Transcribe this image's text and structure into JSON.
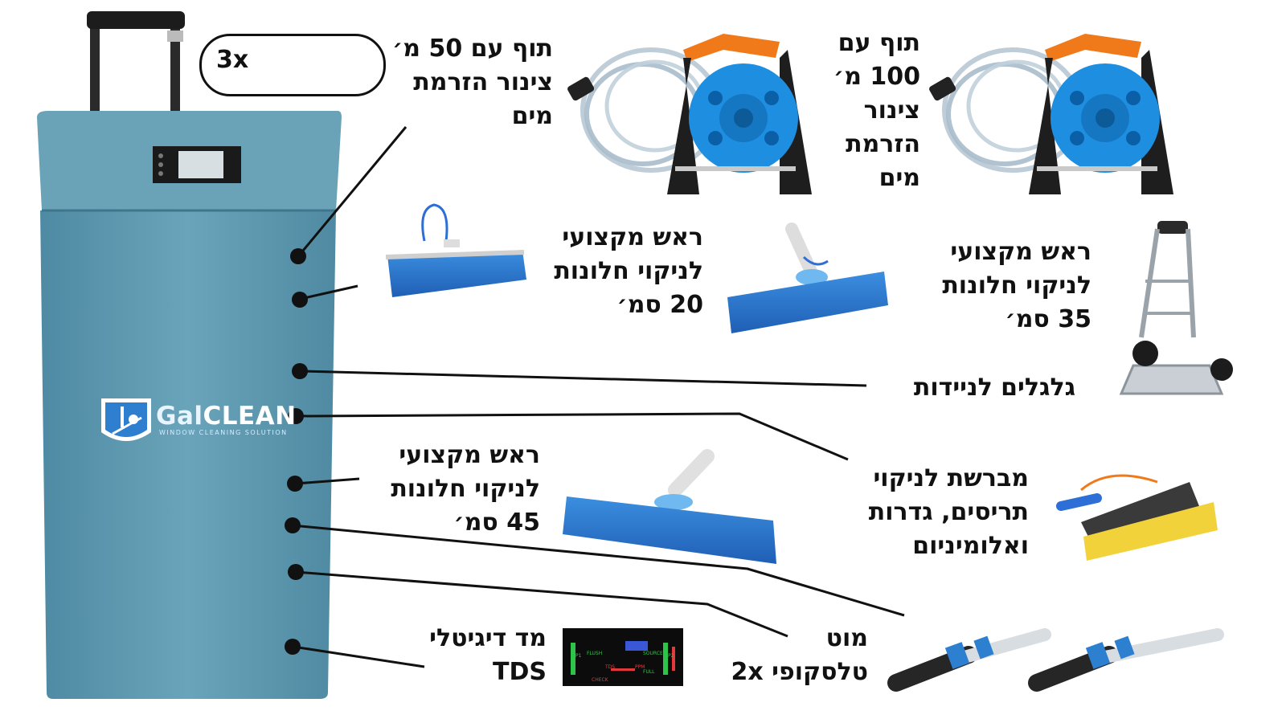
{
  "badge": {
    "count": "3x"
  },
  "brand": {
    "name_part1": "Gal",
    "name_part2": "CLEAN",
    "tagline": "WINDOW CLEANING SOLUTION"
  },
  "labels": {
    "hose50": [
      "תוף עם 50 מ׳",
      "צינור הזרמת",
      "מים"
    ],
    "hose100": [
      "תוף עם",
      "100 מ׳",
      "צינור",
      "הזרמת",
      "מים"
    ],
    "head20": [
      "ראש מקצועי",
      "לניקוי חלונות",
      "20 סמ׳"
    ],
    "head35": [
      "ראש מקצועי",
      "לניקוי חלונות",
      "35 סמ׳"
    ],
    "wheels": [
      "גלגלים לניידות"
    ],
    "brush": [
      "מברשת לניקוי",
      "תריסים, גדרות",
      "ואלומיניום"
    ],
    "head45": [
      "ראש מקצועי",
      "לניקוי חלונות",
      "45 סמ׳"
    ],
    "pole": [
      "מוט",
      "טלסקופי 2x"
    ],
    "tds": [
      "מד דיגיטלי",
      "TDS"
    ]
  },
  "tds_display": {
    "flush": "FLUSH",
    "check": "CHECK",
    "full": "FULL",
    "tds": "TDS",
    "ppm": "PPM",
    "source": "SOURCE",
    "p1": "P1",
    "p2": "P2"
  },
  "colors": {
    "unit_body": "#5f97ad",
    "unit_top": "#6fa6bb",
    "accent_blue": "#2d6fd6",
    "reel_orange": "#f07a1a",
    "reel_blue": "#1e8fe0"
  }
}
